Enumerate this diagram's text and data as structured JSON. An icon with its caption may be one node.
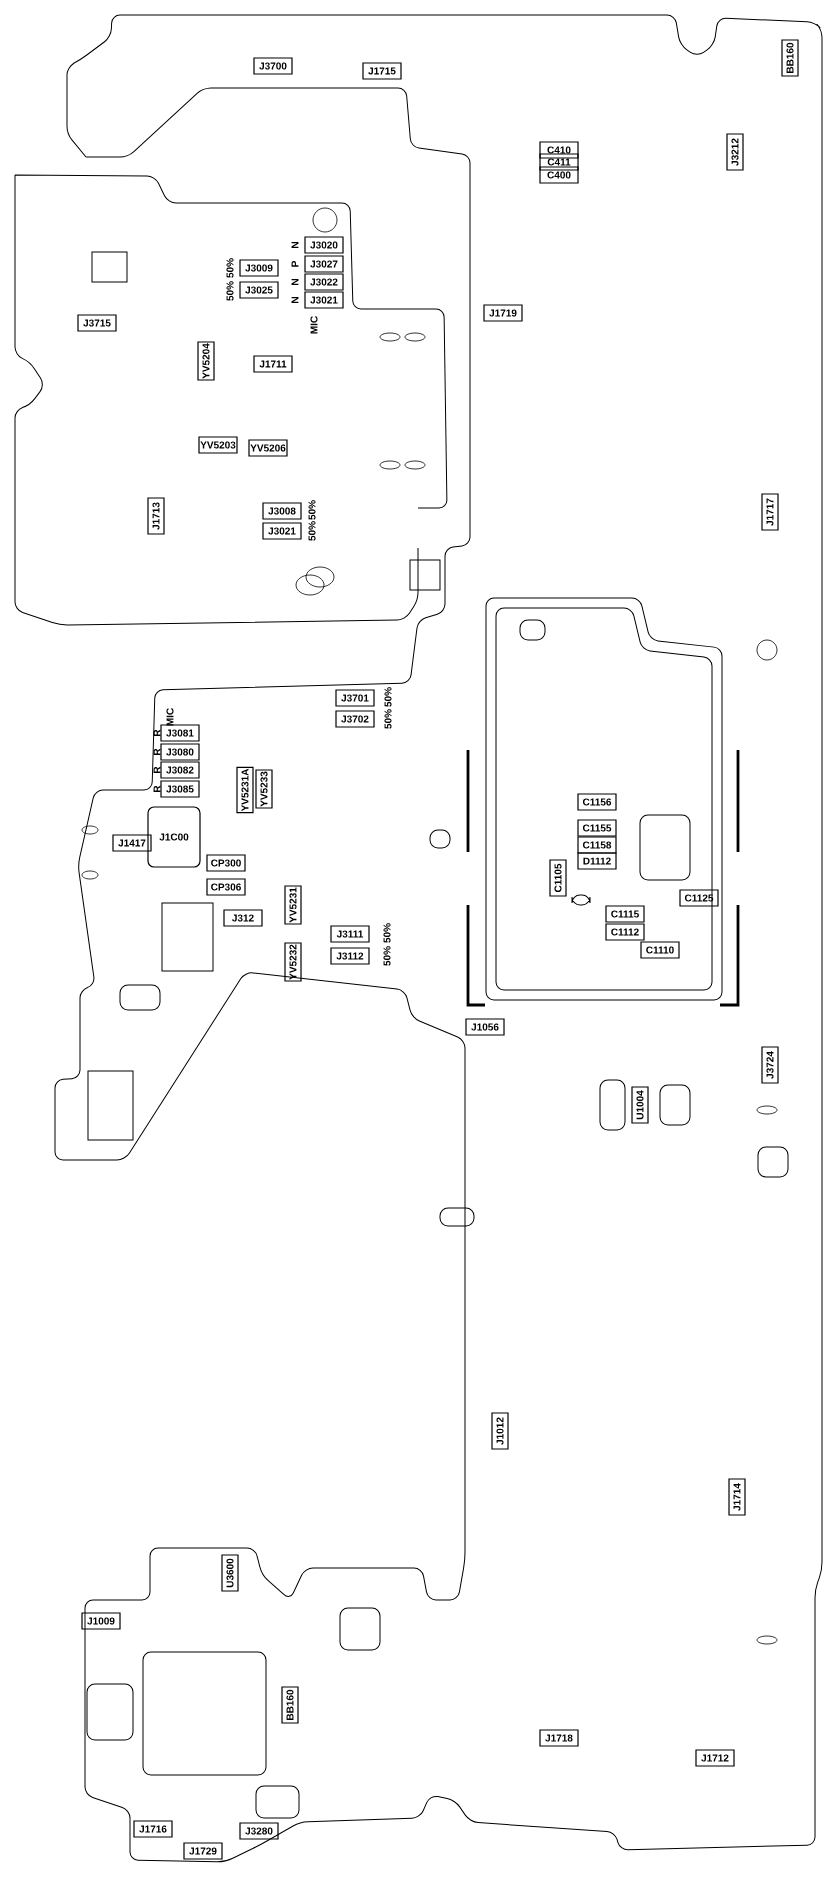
{
  "diagram": {
    "nodes": [
      {
        "text": [
          "J3700"
        ]
      },
      {
        "text": [
          "J1715"
        ]
      },
      {
        "text": [
          "BB160"
        ]
      },
      {
        "text": [
          "C410"
        ]
      },
      {
        "text": [
          "C411"
        ]
      },
      {
        "text": [
          "C400"
        ]
      },
      {
        "text": [
          "J3212"
        ]
      },
      {
        "text": [
          "J3020"
        ]
      },
      {
        "text": [
          "J3027"
        ]
      },
      {
        "text": [
          "J3022"
        ]
      },
      {
        "text": [
          "J3021"
        ]
      },
      {
        "text": [
          "J3009"
        ]
      },
      {
        "text": [
          "J3025"
        ]
      },
      {
        "text": [
          "J3715"
        ]
      },
      {
        "text": [
          "YV5204"
        ]
      },
      {
        "text": [
          "J1711"
        ]
      },
      {
        "text": [
          "J1719"
        ]
      },
      {
        "text": [
          "YV5203"
        ]
      },
      {
        "text": [
          "YV5206"
        ]
      },
      {
        "text": [
          "J1713"
        ]
      },
      {
        "text": [
          "J3008"
        ]
      },
      {
        "text": [
          "J3021"
        ]
      },
      {
        "text": [
          "J1717"
        ]
      },
      {
        "text": [
          "J3701"
        ]
      },
      {
        "text": [
          "J3702"
        ]
      },
      {
        "text": [
          "J3081"
        ]
      },
      {
        "text": [
          "J3080"
        ]
      },
      {
        "text": [
          "J3082"
        ]
      },
      {
        "text": [
          "J3085"
        ]
      },
      {
        "text": [
          "YV5231A"
        ]
      },
      {
        "text": [
          "YV5233"
        ]
      },
      {
        "text": [
          "J1C00"
        ]
      },
      {
        "text": [
          "J1417"
        ]
      },
      {
        "text": [
          "CP300"
        ]
      },
      {
        "text": [
          "CP306"
        ]
      },
      {
        "text": [
          "J312"
        ]
      },
      {
        "text": [
          "YV5231"
        ]
      },
      {
        "text": [
          "YV5232"
        ]
      },
      {
        "text": [
          "J3111"
        ]
      },
      {
        "text": [
          "J3112"
        ]
      },
      {
        "text": [
          "C1156"
        ]
      },
      {
        "text": [
          "C1155"
        ]
      },
      {
        "text": [
          "C1158"
        ]
      },
      {
        "text": [
          "D1112"
        ]
      },
      {
        "text": [
          "C1105"
        ]
      },
      {
        "text": [
          "C1125"
        ]
      },
      {
        "text": [
          "C1115"
        ]
      },
      {
        "text": [
          "C1112"
        ]
      },
      {
        "text": [
          "C1110"
        ]
      },
      {
        "text": [
          "J1056"
        ]
      },
      {
        "text": [
          "U1004"
        ]
      },
      {
        "text": [
          "J3724"
        ]
      },
      {
        "text": [
          "J1012"
        ]
      },
      {
        "text": [
          "J1714"
        ]
      },
      {
        "text": [
          "J1009"
        ]
      },
      {
        "text": [
          "U3600"
        ]
      },
      {
        "text": [
          "BB160"
        ]
      },
      {
        "text": [
          "J1716"
        ]
      },
      {
        "text": [
          "J1729"
        ]
      },
      {
        "text": [
          "J3280"
        ]
      },
      {
        "text": [
          "J1718"
        ]
      },
      {
        "text": [
          "J1712"
        ]
      }
    ],
    "labels": [
      "N",
      "P",
      "50%",
      "N",
      "50%",
      "N",
      "MIC",
      "50%",
      "50%",
      "50%",
      "MIC",
      "50%",
      "R",
      "R",
      "R",
      "R",
      "50%",
      "50%"
    ]
  }
}
